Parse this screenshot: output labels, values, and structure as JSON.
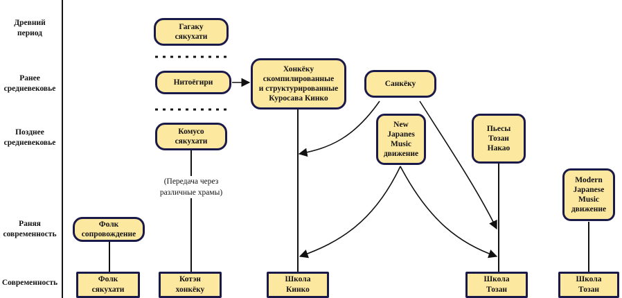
{
  "periods": [
    {
      "line1": "Древний",
      "line2": "период"
    },
    {
      "line1": "Ранее",
      "line2": "средневековье"
    },
    {
      "line1": "Позднее",
      "line2": "средневековье"
    },
    {
      "line1": "Раняя",
      "line2": "современность"
    },
    {
      "line1": "Современность",
      "line2": ""
    }
  ],
  "nodes": {
    "gagaku": {
      "lines": [
        "Гагаку",
        "сякухати"
      ]
    },
    "nitoegiri": {
      "lines": [
        "Нитоёгири"
      ]
    },
    "komuso": {
      "lines": [
        "Комусо",
        "сякухати"
      ]
    },
    "honkyoku": {
      "lines": [
        "Хонкёку",
        "скомпилированные",
        "и структурированные",
        "Куросава Кинко"
      ]
    },
    "sankyo": {
      "lines": [
        "Санкёку"
      ]
    },
    "new_japanese": {
      "lines": [
        "New",
        "Japanes",
        "Music",
        "движение"
      ]
    },
    "pieces_tozan": {
      "lines": [
        "Пьесы",
        "Тозан",
        "Накао"
      ]
    },
    "modern_japanese": {
      "lines": [
        "Modern",
        "Japanese",
        "Music",
        "движение"
      ]
    },
    "folk_accompaniment": {
      "lines": [
        "Фолк",
        "сопровождение"
      ]
    },
    "folk_shakuhachi": {
      "lines": [
        "Фолк",
        "сякухати"
      ]
    },
    "koten_honkyoku": {
      "lines": [
        "Котэн",
        "хонкёку"
      ]
    },
    "school_kinko": {
      "lines": [
        "Школа",
        "Кинко"
      ]
    },
    "school_tozan_1": {
      "lines": [
        "Школа",
        "Тозан"
      ]
    },
    "school_tozan_2": {
      "lines": [
        "Школа",
        "Тозан"
      ]
    }
  },
  "note": {
    "line1": "(Передача через",
    "line2": "различные храмы)"
  },
  "colors": {
    "node_fill": "#fde8a0",
    "node_border": "#1a1a4a",
    "line": "#111111"
  }
}
